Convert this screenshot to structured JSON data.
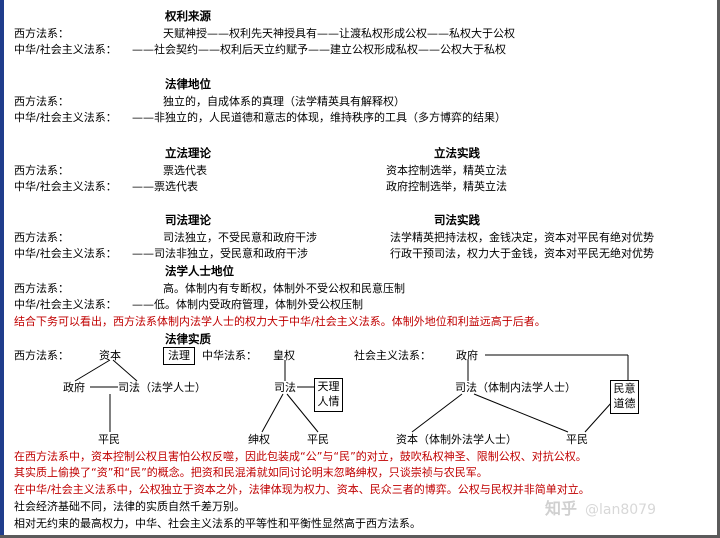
{
  "sections": {
    "rights": {
      "title": "权利来源",
      "west_label": "西方法系：",
      "west_text": "天赋神授——权利先天神授具有——让渡私权形成公权——私权大于公权",
      "china_label": "中华/社会主义法系：",
      "china_text": "——社会契约——权利后天立约赋予——建立公权形成私权——公权大于私权"
    },
    "status": {
      "title": "法律地位",
      "west_label": "西方法系：",
      "west_text": "独立的，自成体系的真理（法学精英具有解释权）",
      "china_label": "中华/社会主义法系：",
      "china_text": "——非独立的，人民道德和意志的体现，维持秩序的工具（多方博弈的结果）"
    },
    "legislation": {
      "title_theory": "立法理论",
      "title_practice": "立法实践",
      "west_label": "西方法系：",
      "west_theory": "票选代表",
      "west_practice": "资本控制选举，精英立法",
      "china_label": "中华/社会主义法系：",
      "china_theory": "——票选代表",
      "china_practice": "政府控制选举，精英立法"
    },
    "judiciary": {
      "title_theory": "司法理论",
      "title_practice": "司法实践",
      "west_label": "西方法系：",
      "west_theory": "司法独立，不受民意和政府干涉",
      "west_practice": "法学精英把持法权，金钱决定，资本对平民有绝对优势",
      "china_label": "中华/社会主义法系：",
      "china_theory": "——司法非独立，受民意和政府干涉",
      "china_practice": "行政干预司法，权力大于金钱，资本对平民无绝对优势"
    },
    "jurists": {
      "title": "法学人士地位",
      "west_label": "西方法系：",
      "west_text": "高。体制内有专断权，体制外不受公权和民意压制",
      "china_label": "中华/社会主义法系：",
      "china_text": "——低。体制内受政府管理，体制外受公权压制",
      "conclusion": "结合下务可以看出，西方法系体制内法学人士的权力大于中华/社会主义法系。体制外地位和利益远高于后者。"
    },
    "essence": {
      "title": "法律实质",
      "west_label": "西方法系：",
      "china_label": "中华法系：",
      "socialist_label": "社会主义法系：",
      "west_nodes": {
        "capital": "资本",
        "law": "法理",
        "government": "政府",
        "judiciary": "司法（法学人士）",
        "people": "平民"
      },
      "china_nodes": {
        "imperial": "皇权",
        "judiciary": "司法",
        "reason": "天理人情",
        "gentry": "绅权",
        "people": "平民"
      },
      "socialist_nodes": {
        "government": "政府",
        "judiciary": "司法（体制内法学人士）",
        "morality": "民意道德",
        "capital": "资本（体制外法学人士）",
        "people": "平民"
      }
    },
    "notes": [
      {
        "text": "在西方法系中，资本控制公权且害怕公权反噬，因此包装成“公”与“民”的对立，鼓吹私权神圣、限制公权、对抗公权。",
        "color": "#c00000"
      },
      {
        "text": "其实质上偷换了“资”和“民”的概念。把资和民混淆就如同讨论明末忽略绅权，只谈崇祯与农民军。",
        "color": "#c00000"
      },
      {
        "text": "在中华/社会主义法系中，公权独立于资本之外，法律体现为权力、资本、民众三者的博弈。公权与民权并非简单对立。",
        "color": "#c00000"
      },
      {
        "text": "社会经济基础不同，法律的实质自然千差万别。",
        "color": "#000000"
      },
      {
        "text": "相对无约束的最高权力，中华、社会主义法系的平等性和平衡性显然高于西方法系。",
        "color": "#000000"
      }
    ]
  },
  "watermark": {
    "logo": "知乎",
    "handle": "@lan8079"
  }
}
